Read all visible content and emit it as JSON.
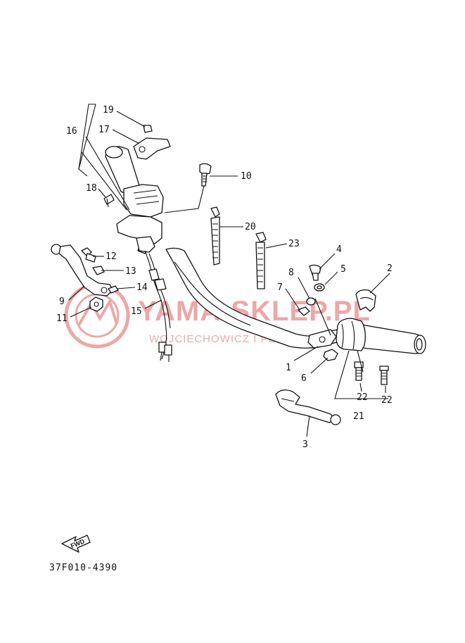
{
  "diagram": {
    "part_code": "37F010-4390",
    "fwd_label": "FWD",
    "watermark": {
      "brand": "YAMA-SKLEP.PL",
      "subtitle": "WOJCIECHOWICZ I PEAK YAMAHA",
      "color": "#e06060"
    },
    "callouts": [
      {
        "id": "c1",
        "label": "1"
      },
      {
        "id": "c2",
        "label": "2"
      },
      {
        "id": "c3",
        "label": "3"
      },
      {
        "id": "c4",
        "label": "4"
      },
      {
        "id": "c5",
        "label": "5"
      },
      {
        "id": "c6",
        "label": "6"
      },
      {
        "id": "c7",
        "label": "7"
      },
      {
        "id": "c8",
        "label": "8"
      },
      {
        "id": "c9",
        "label": "9"
      },
      {
        "id": "c10",
        "label": "10"
      },
      {
        "id": "c11",
        "label": "11"
      },
      {
        "id": "c12",
        "label": "12"
      },
      {
        "id": "c13",
        "label": "13"
      },
      {
        "id": "c14",
        "label": "14"
      },
      {
        "id": "c15",
        "label": "15"
      },
      {
        "id": "c16",
        "label": "16"
      },
      {
        "id": "c17",
        "label": "17"
      },
      {
        "id": "c18",
        "label": "18"
      },
      {
        "id": "c19",
        "label": "19"
      },
      {
        "id": "c20",
        "label": "20"
      },
      {
        "id": "c21",
        "label": "21"
      },
      {
        "id": "c22a",
        "label": "22"
      },
      {
        "id": "c22b",
        "label": "22"
      },
      {
        "id": "c23",
        "label": "23"
      }
    ]
  }
}
